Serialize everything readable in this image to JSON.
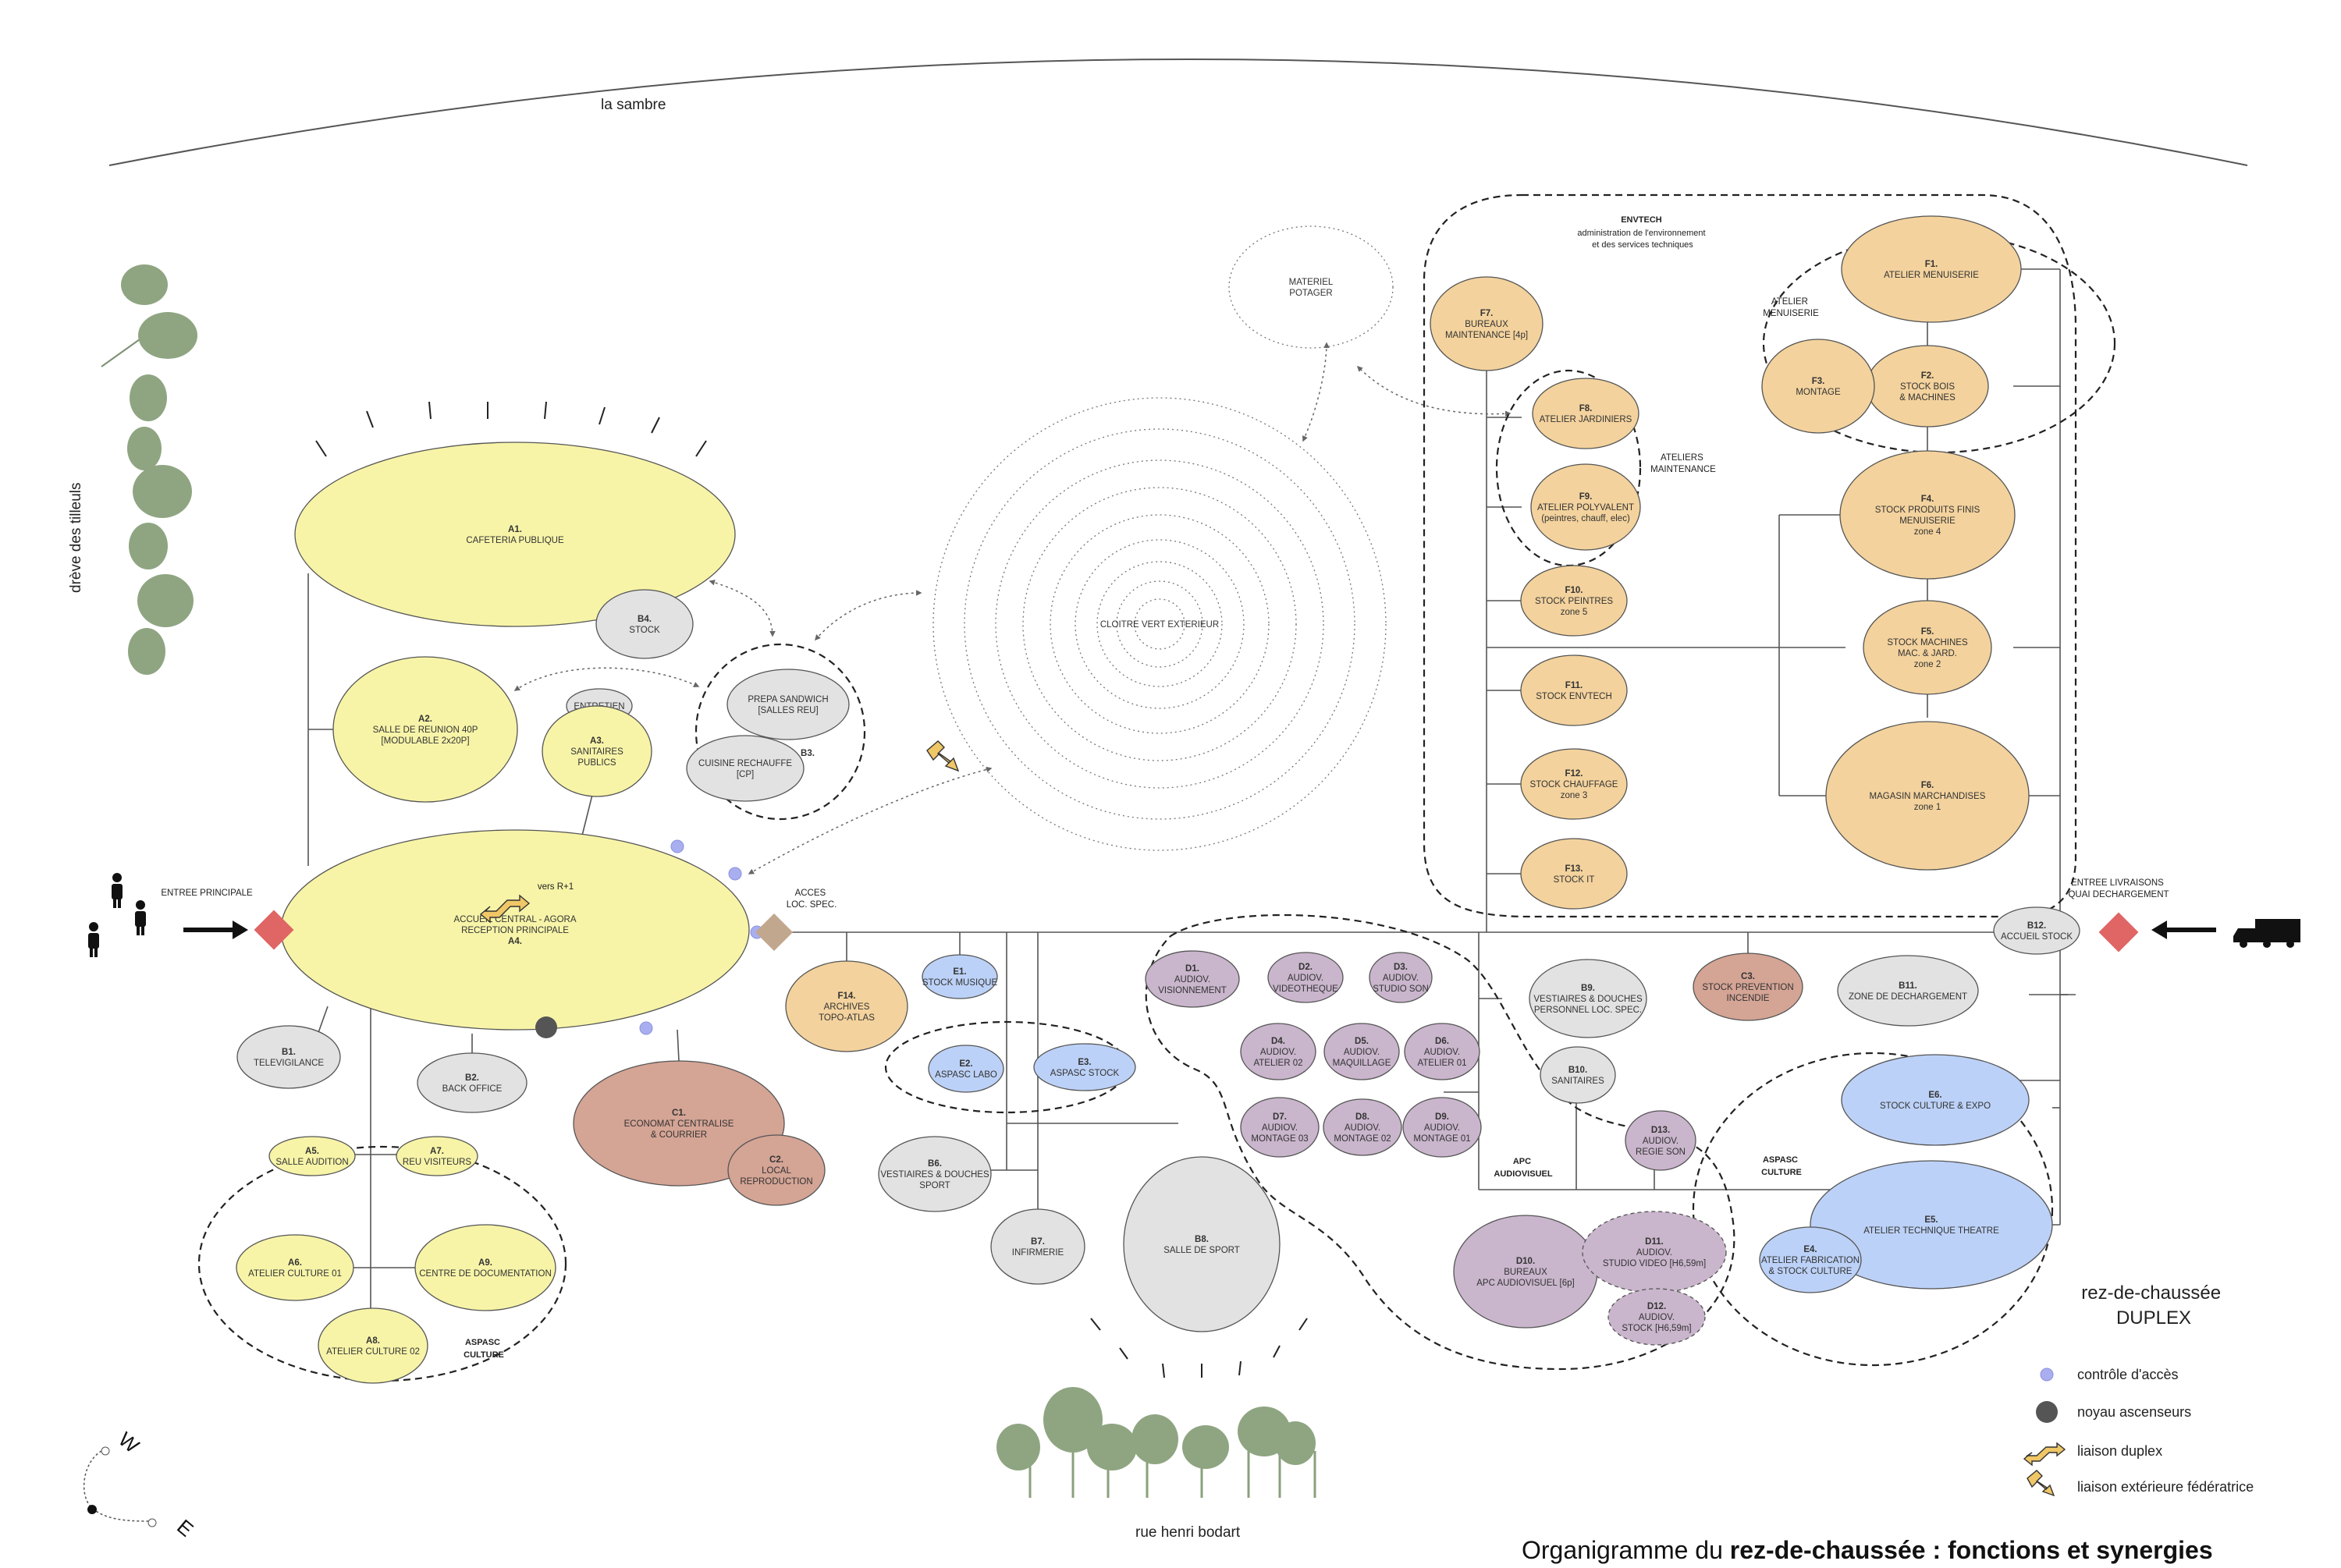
{
  "labels": {
    "river": "la sambre",
    "tree_lane": "drève des tilleuls",
    "street": "rue henri bodart",
    "main_entrance": "ENTREE PRINCIPALE",
    "delivery_entrance": [
      "ENTREE LIVRAISONS",
      "QUAI DECHARGEMENT"
    ],
    "access_loc": [
      "ACCES",
      "LOC. SPEC."
    ],
    "vers_r1": "vers R+1",
    "floor": [
      "rez-de-chaussée",
      "DUPLEX"
    ],
    "compass_w": "W",
    "compass_e": "E"
  },
  "footer": {
    "prefix": "Organigramme du ",
    "bold": "rez-de-chaussée : fonctions et synergies"
  },
  "legend": {
    "access_control": "contrôle d'accès",
    "elevator_core": "noyau ascenseurs",
    "duplex_link": "liaison duplex",
    "external_link": "liaison extérieure fédératrice"
  },
  "colors": {
    "yellow": "#f7f4a8",
    "gray": "#e2e2e2",
    "blue": "#bcd1f7",
    "purple": "#c9b5cc",
    "orange": "#f3d29d",
    "red": "#d4a495",
    "diamond_red": "#e06565",
    "diamond_brown": "#c2a78f",
    "access_dot": "#a9aef0",
    "elevator": "#555555",
    "arrow_yellow": "#f0c766"
  },
  "groups": {
    "envtech": [
      "ENVTECH",
      "administration de l'environnement",
      "et des services techniques"
    ],
    "atelier_menuiserie": [
      "ATELIER",
      "MENUISERIE"
    ],
    "ateliers_maintenance": [
      "ATELIERS",
      "MAINTENANCE"
    ],
    "aspasc_culture_left": [
      "ASPASC",
      "CULTURE"
    ],
    "aspasc_culture_right": [
      "ASPASC",
      "CULTURE"
    ],
    "apc_audiovisuel": [
      "APC",
      "AUDIOVISUEL"
    ]
  },
  "nodes": [
    {
      "id": "A1",
      "color": "yellow",
      "label": [
        "A1.",
        "CAFETERIA PUBLIQUE"
      ]
    },
    {
      "id": "B4",
      "color": "gray",
      "label": [
        "B4.",
        "STOCK"
      ]
    },
    {
      "id": "A2",
      "color": "yellow",
      "label": [
        "A2.",
        "SALLE DE REUNION 40P",
        "[MODULABLE 2x20P]"
      ]
    },
    {
      "id": "ENT",
      "color": "gray",
      "label": [
        "ENTRETIEN"
      ]
    },
    {
      "id": "A3",
      "color": "yellow",
      "label": [
        "A3.",
        "SANITAIRES",
        "PUBLICS"
      ]
    },
    {
      "id": "B3a",
      "color": "gray",
      "label": [
        "PREPA SANDWICH",
        "[SALLES REU]"
      ]
    },
    {
      "id": "B3b",
      "color": "gray",
      "label": [
        "CUISINE RECHAUFFE",
        "[CP]"
      ]
    },
    {
      "id": "B3",
      "color": "none",
      "label": [
        "B3."
      ]
    },
    {
      "id": "A4",
      "color": "yellow",
      "label": [
        "ACCUEIL CENTRAL - AGORA",
        "RECEPTION PRINCIPALE",
        "A4."
      ]
    },
    {
      "id": "B1",
      "color": "gray",
      "label": [
        "B1.",
        "TELEVIGILANCE"
      ]
    },
    {
      "id": "B2",
      "color": "gray",
      "label": [
        "B2.",
        "BACK OFFICE"
      ]
    },
    {
      "id": "A5",
      "color": "yellow",
      "label": [
        "A5.",
        "SALLE AUDITION"
      ]
    },
    {
      "id": "A7",
      "color": "yellow",
      "label": [
        "A7.",
        "REU VISITEURS"
      ]
    },
    {
      "id": "A6",
      "color": "yellow",
      "label": [
        "A6.",
        "ATELIER CULTURE 01"
      ]
    },
    {
      "id": "A9",
      "color": "yellow",
      "label": [
        "A9.",
        "CENTRE DE DOCUMENTATION"
      ]
    },
    {
      "id": "A8",
      "color": "yellow",
      "label": [
        "A8.",
        "ATELIER CULTURE 02"
      ]
    },
    {
      "id": "C1",
      "color": "red",
      "label": [
        "C1.",
        "ECONOMAT CENTRALISE",
        "& COURRIER"
      ]
    },
    {
      "id": "C2",
      "color": "red",
      "label": [
        "C2.",
        "LOCAL",
        "REPRODUCTION"
      ]
    },
    {
      "id": "F14",
      "color": "orange",
      "label": [
        "F14.",
        "ARCHIVES",
        "TOPO-ATLAS"
      ]
    },
    {
      "id": "E1",
      "color": "blue",
      "label": [
        "E1.",
        "STOCK MUSIQUE"
      ]
    },
    {
      "id": "E2",
      "color": "blue",
      "label": [
        "E2.",
        "ASPASC LABO"
      ]
    },
    {
      "id": "E3",
      "color": "blue",
      "label": [
        "E3.",
        "ASPASC STOCK"
      ]
    },
    {
      "id": "B6",
      "color": "gray",
      "label": [
        "B6.",
        "VESTIAIRES & DOUCHES",
        "SPORT"
      ]
    },
    {
      "id": "B7",
      "color": "gray",
      "label": [
        "B7.",
        "INFIRMERIE"
      ]
    },
    {
      "id": "B8",
      "color": "gray",
      "label": [
        "B8.",
        "SALLE DE SPORT"
      ]
    },
    {
      "id": "D1",
      "color": "purple",
      "label": [
        "D1.",
        "AUDIOV.",
        "VISIONNEMENT"
      ]
    },
    {
      "id": "D2",
      "color": "purple",
      "label": [
        "D2.",
        "AUDIOV.",
        "VIDEOTHEQUE"
      ]
    },
    {
      "id": "D3",
      "color": "purple",
      "label": [
        "D3.",
        "AUDIOV.",
        "STUDIO SON"
      ]
    },
    {
      "id": "D4",
      "color": "purple",
      "label": [
        "D4.",
        "AUDIOV.",
        "ATELIER 02"
      ]
    },
    {
      "id": "D5",
      "color": "purple",
      "label": [
        "D5.",
        "AUDIOV.",
        "MAQUILLAGE"
      ]
    },
    {
      "id": "D6",
      "color": "purple",
      "label": [
        "D6.",
        "AUDIOV.",
        "ATELIER 01"
      ]
    },
    {
      "id": "D7",
      "color": "purple",
      "label": [
        "D7.",
        "AUDIOV.",
        "MONTAGE 03"
      ]
    },
    {
      "id": "D8",
      "color": "purple",
      "label": [
        "D8.",
        "AUDIOV.",
        "MONTAGE 02"
      ]
    },
    {
      "id": "D9",
      "color": "purple",
      "label": [
        "D9.",
        "AUDIOV.",
        "MONTAGE 01"
      ]
    },
    {
      "id": "D10",
      "color": "purple",
      "label": [
        "D10.",
        "BUREAUX",
        "APC AUDIOVISUEL [6p]"
      ]
    },
    {
      "id": "D11",
      "color": "purple",
      "label": [
        "D11.",
        "AUDIOV.",
        "STUDIO VIDEO [H6,59m]"
      ]
    },
    {
      "id": "D12",
      "color": "purple",
      "label": [
        "D12.",
        "AUDIOV.",
        "STOCK [H6,59m]"
      ]
    },
    {
      "id": "D13",
      "color": "purple",
      "label": [
        "D13.",
        "AUDIOV.",
        "REGIE SON"
      ]
    },
    {
      "id": "B9",
      "color": "gray",
      "label": [
        "B9.",
        "VESTIAIRES & DOUCHES",
        "PERSONNEL LOC. SPEC."
      ]
    },
    {
      "id": "B10",
      "color": "gray",
      "label": [
        "B10.",
        "SANITAIRES"
      ]
    },
    {
      "id": "C3",
      "color": "red",
      "label": [
        "C3.",
        "STOCK PREVENTION",
        "INCENDIE"
      ]
    },
    {
      "id": "B11",
      "color": "gray",
      "label": [
        "B11.",
        "ZONE DE DECHARGEMENT"
      ]
    },
    {
      "id": "B12",
      "color": "gray",
      "label": [
        "B12.",
        "ACCUEIL STOCK"
      ]
    },
    {
      "id": "E6",
      "color": "blue",
      "label": [
        "E6.",
        "STOCK CULTURE & EXPO"
      ]
    },
    {
      "id": "E5",
      "color": "blue",
      "label": [
        "E5.",
        "ATELIER TECHNIQUE THEATRE"
      ]
    },
    {
      "id": "E4",
      "color": "blue",
      "label": [
        "E4.",
        "ATELIER FABRICATION",
        "& STOCK CULTURE"
      ]
    },
    {
      "id": "F1",
      "color": "orange",
      "label": [
        "F1.",
        "ATELIER MENUISERIE"
      ]
    },
    {
      "id": "F2",
      "color": "orange",
      "label": [
        "F2.",
        "STOCK BOIS",
        "& MACHINES"
      ]
    },
    {
      "id": "F3",
      "color": "orange",
      "label": [
        "F3.",
        "MONTAGE"
      ]
    },
    {
      "id": "F4",
      "color": "orange",
      "label": [
        "F4.",
        "STOCK PRODUITS FINIS",
        "MENUISERIE",
        "zone 4"
      ]
    },
    {
      "id": "F5",
      "color": "orange",
      "label": [
        "F5.",
        "STOCK MACHINES",
        "MAC. & JARD.",
        "zone 2"
      ]
    },
    {
      "id": "F6",
      "color": "orange",
      "label": [
        "F6.",
        "MAGASIN MARCHANDISES",
        "zone 1"
      ]
    },
    {
      "id": "F7",
      "color": "orange",
      "label": [
        "F7.",
        "BUREAUX",
        "MAINTENANCE [4p]"
      ]
    },
    {
      "id": "F8",
      "color": "orange",
      "label": [
        "F8.",
        "ATELIER JARDINIERS"
      ]
    },
    {
      "id": "F9",
      "color": "orange",
      "label": [
        "F9.",
        "ATELIER POLYVALENT",
        "(peintres, chauff, elec)"
      ]
    },
    {
      "id": "F10",
      "color": "orange",
      "label": [
        "F10.",
        "STOCK PEINTRES",
        "zone 5"
      ]
    },
    {
      "id": "F11",
      "color": "orange",
      "label": [
        "F11.",
        "STOCK ENVTECH"
      ]
    },
    {
      "id": "F12",
      "color": "orange",
      "label": [
        "F12.",
        "STOCK CHAUFFAGE",
        "zone 3"
      ]
    },
    {
      "id": "F13",
      "color": "orange",
      "label": [
        "F13.",
        "STOCK IT"
      ]
    },
    {
      "id": "MP",
      "color": "none",
      "label": [
        "MATERIEL",
        "POTAGER"
      ]
    },
    {
      "id": "CL",
      "color": "none",
      "label": [
        "CLOITRE VERT EXTERIEUR"
      ]
    }
  ]
}
